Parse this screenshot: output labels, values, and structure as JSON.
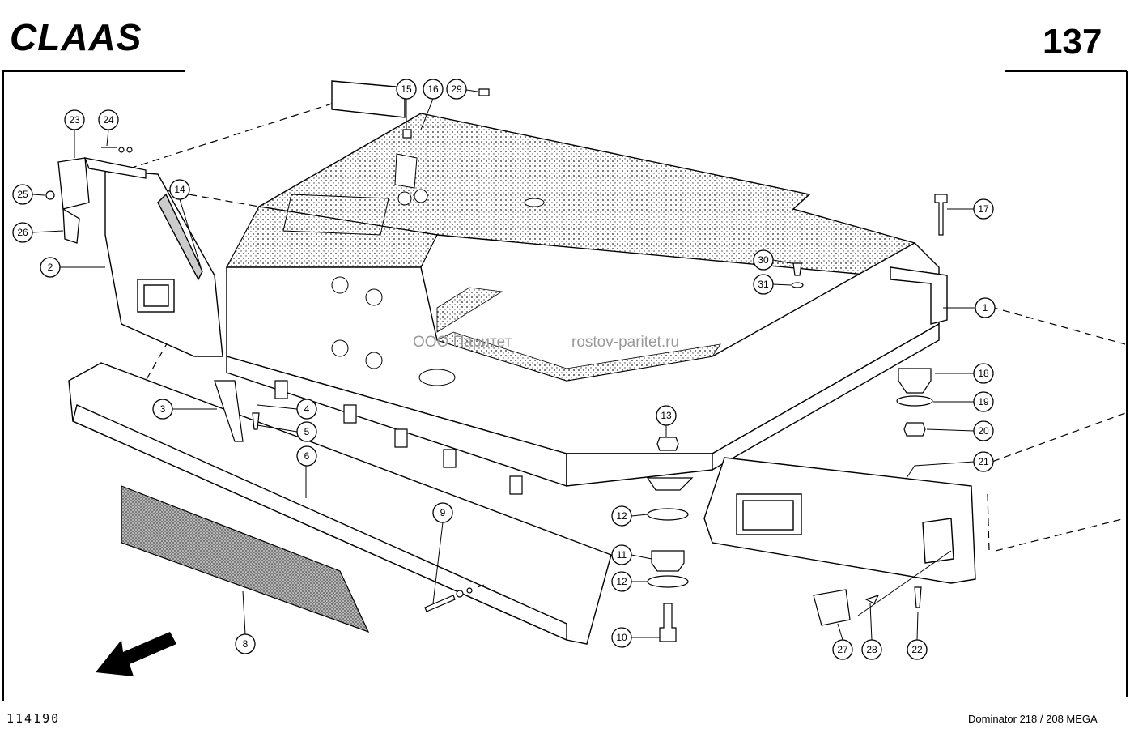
{
  "brand": "CLAAS",
  "page_number": "137",
  "document_id": "114190",
  "model": "Dominator 218 / 208 MEGA",
  "watermark": {
    "company": "ООО Паритет",
    "site": "rostov-paritet.ru"
  },
  "callouts": [
    "1",
    "2",
    "3",
    "4",
    "5",
    "6",
    "8",
    "9",
    "10",
    "11",
    "12",
    "12",
    "13",
    "14",
    "15",
    "16",
    "17",
    "18",
    "19",
    "20",
    "21",
    "22",
    "23",
    "24",
    "25",
    "26",
    "27",
    "28",
    "29",
    "30",
    "31"
  ],
  "icons": {
    "direction": "direction-arrow-icon"
  }
}
